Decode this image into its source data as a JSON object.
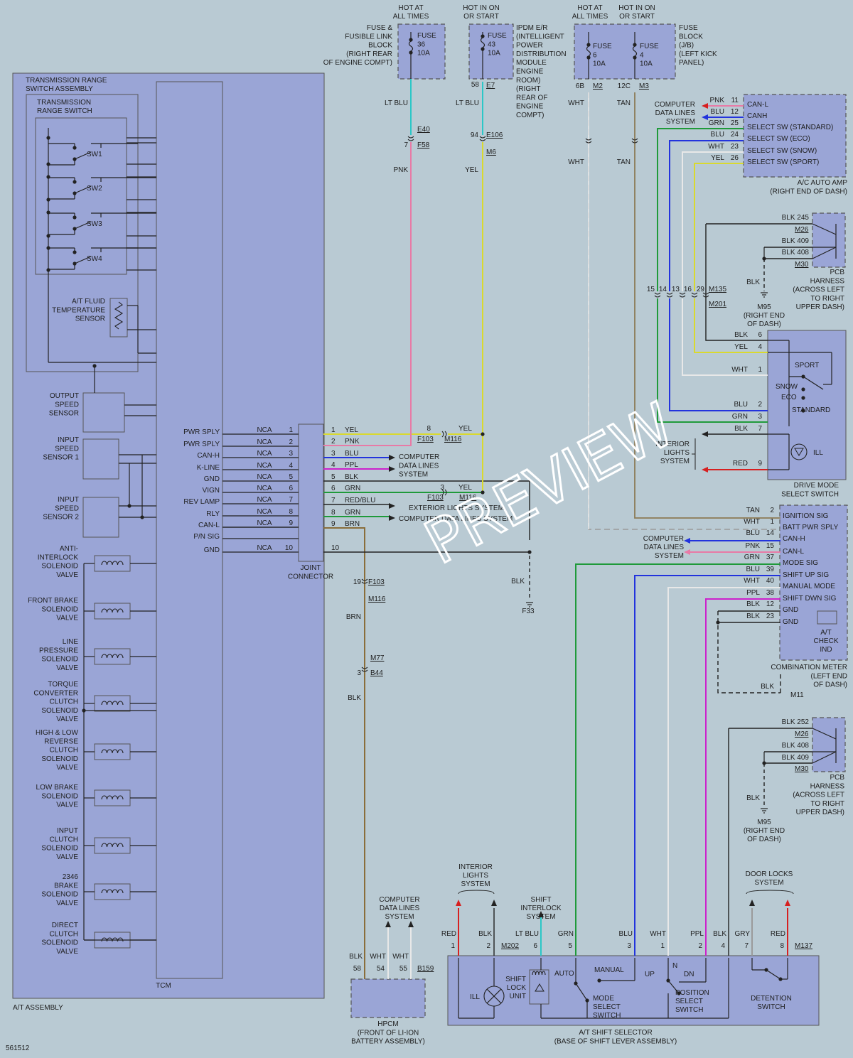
{
  "assemblies": {
    "at_assembly": "A/T ASSEMBLY",
    "tcm": "TCM",
    "trs_assembly": [
      "TRANSMISSION RANGE",
      "SWITCH ASSEMBLY"
    ],
    "trs": [
      "TRANSMISSION",
      "RANGE SWITCH"
    ],
    "switches": [
      "SW1",
      "SW2",
      "SW3",
      "SW4"
    ],
    "fluid_temp": [
      "A/T FLUID",
      "TEMPERATURE",
      "SENSOR"
    ],
    "output_speed": [
      "OUTPUT",
      "SPEED",
      "SENSOR"
    ],
    "input_speed1": [
      "INPUT",
      "SPEED",
      "SENSOR 1"
    ],
    "input_speed2": [
      "INPUT",
      "SPEED",
      "SENSOR 2"
    ],
    "solenoids": [
      [
        "ANTI-",
        "INTERLOCK",
        "SOLENOID",
        "VALVE"
      ],
      [
        "FRONT BRAKE",
        "SOLENOID",
        "VALVE"
      ],
      [
        "LINE",
        "PRESSURE",
        "SOLENOID",
        "VALVE"
      ],
      [
        "TORQUE",
        "CONVERTER",
        "CLUTCH",
        "SOLENOID",
        "VALVE"
      ],
      [
        "HIGH & LOW",
        "REVERSE",
        "CLUTCH",
        "SOLENOID",
        "VALVE"
      ],
      [
        "LOW BRAKE",
        "SOLENOID",
        "VALVE"
      ],
      [
        "INPUT",
        "CLUTCH",
        "SOLENOID",
        "VALVE"
      ],
      [
        "2346",
        "BRAKE",
        "SOLENOID",
        "VALVE"
      ],
      [
        "DIRECT",
        "CLUTCH",
        "SOLENOID",
        "VALVE"
      ]
    ]
  },
  "tcm_pins": [
    {
      "label": "PWR SPLY",
      "nca": "NCA",
      "pin": "1"
    },
    {
      "label": "PWR SPLY",
      "nca": "NCA",
      "pin": "2"
    },
    {
      "label": "CAN-H",
      "nca": "NCA",
      "pin": "3"
    },
    {
      "label": "K-LINE",
      "nca": "NCA",
      "pin": "4"
    },
    {
      "label": "GND",
      "nca": "NCA",
      "pin": "5"
    },
    {
      "label": "VIGN",
      "nca": "NCA",
      "pin": "6"
    },
    {
      "label": "REV LAMP",
      "nca": "NCA",
      "pin": "7"
    },
    {
      "label": "RLY",
      "nca": "NCA",
      "pin": "8"
    },
    {
      "label": "CAN-L",
      "nca": "NCA",
      "pin": "9"
    },
    {
      "label": "P/N SIG",
      "nca": "",
      "pin": ""
    },
    {
      "label": "GND",
      "nca": "NCA",
      "pin": "10"
    }
  ],
  "joint_connector": {
    "label": [
      "JOINT",
      "CONNECTOR"
    ],
    "wires": [
      {
        "pin": "1",
        "color": "YEL"
      },
      {
        "pin": "2",
        "color": "PNK"
      },
      {
        "pin": "3",
        "color": "BLU"
      },
      {
        "pin": "4",
        "color": "PPL"
      },
      {
        "pin": "5",
        "color": "BLK"
      },
      {
        "pin": "6",
        "color": "GRN"
      },
      {
        "pin": "7",
        "color": "RED/BLU"
      },
      {
        "pin": "8",
        "color": "GRN"
      },
      {
        "pin": "9",
        "color": "BRN"
      },
      {
        "pin": "10",
        "color": ""
      }
    ],
    "computer_data": [
      "COMPUTER",
      "DATA LINES",
      "SYSTEM"
    ],
    "exterior_lights": "EXTERIOR LIGHTS SYSTEM",
    "computer_data_inline": "COMPUTER DATA LINES SYSTEM"
  },
  "fuses": {
    "f1_hot": [
      "HOT AT",
      "ALL TIMES"
    ],
    "f1_block": [
      "FUSE &",
      "FUSIBLE LINK",
      "BLOCK",
      "(RIGHT REAR",
      "OF ENGINE COMPT)"
    ],
    "f1_fuse": [
      "FUSE",
      "36",
      "10A"
    ],
    "f2_hot": [
      "HOT IN ON",
      "OR START"
    ],
    "f2_fuse": [
      "FUSE",
      "43",
      "10A"
    ],
    "f2_block": [
      "IPDM E/R",
      "(INTELLIGENT",
      "POWER",
      "DISTRIBUTION",
      "MODULE",
      "ENGINE",
      "ROOM)",
      "(RIGHT",
      "REAR OF",
      "ENGINE",
      "COMPT)"
    ],
    "f3_hot": [
      "HOT AT",
      "ALL TIMES"
    ],
    "f4_hot": [
      "HOT IN ON",
      "OR START"
    ],
    "f3_fuse": [
      "FUSE",
      "6",
      "10A"
    ],
    "f4_fuse": [
      "FUSE",
      "4",
      "10A"
    ],
    "f34_block": [
      "FUSE",
      "BLOCK",
      "(J/B)",
      "(LEFT KICK",
      "PANEL)"
    ]
  },
  "connectors": {
    "e7": "E7",
    "e40": "E40",
    "f58": "F58",
    "e106": "E106",
    "m6": "M6",
    "m2": "M2",
    "m3": "M3",
    "f103": "F103",
    "m116": "M116",
    "m77": "M77",
    "b44": "B44",
    "m135": "M135",
    "m201": "M201",
    "m26": "M26",
    "m30": "M30",
    "m95": "M95",
    "m11": "M11",
    "m202": "M202",
    "b159": "B159",
    "m137": "M137",
    "f33": "F33"
  },
  "wire_labels": {
    "lt_blu": "LT BLU",
    "pnk": "PNK",
    "yel": "YEL",
    "wht": "WHT",
    "tan": "TAN",
    "blk": "BLK",
    "brn": "BRN",
    "grn": "GRN",
    "blu": "BLU",
    "red": "RED",
    "ppl": "PPL",
    "gry": "GRY"
  },
  "pins": {
    "e7": "58",
    "f58": "7",
    "e106": "94",
    "m2": "6B",
    "m3": "12C",
    "f103_a": "8",
    "f103_b": "3",
    "f103_c": "19",
    "b44": "3",
    "m135": [
      "15",
      "14",
      "13",
      "16",
      "29"
    ]
  },
  "ac_amp": {
    "pins": [
      {
        "color": "PNK",
        "pin": "11",
        "label": "CAN-L"
      },
      {
        "color": "BLU",
        "pin": "12",
        "label": "CANH"
      },
      {
        "color": "GRN",
        "pin": "25",
        "label": "SELECT SW (STANDARD)"
      },
      {
        "color": "BLU",
        "pin": "24",
        "label": "SELECT SW (ECO)"
      },
      {
        "color": "WHT",
        "pin": "23",
        "label": "SELECT SW (SNOW)"
      },
      {
        "color": "YEL",
        "pin": "26",
        "label": "SELECT SW (SPORT)"
      }
    ],
    "name": [
      "A/C AUTO AMP",
      "(RIGHT END OF DASH)"
    ],
    "computer_data": [
      "COMPUTER",
      "DATA LINES",
      "SYSTEM"
    ]
  },
  "pcb1": {
    "pins": [
      {
        "color": "BLK",
        "pin": "245"
      },
      {
        "color": "BLK",
        "pin": "409"
      },
      {
        "color": "BLK",
        "pin": "408"
      }
    ],
    "name": [
      "PCB",
      "HARNESS",
      "(ACROSS LEFT",
      "TO RIGHT",
      "UPPER DASH)"
    ],
    "ground": [
      "M95",
      "(RIGHT END",
      "OF DASH)"
    ]
  },
  "drive_mode": {
    "pins": [
      {
        "color": "BLK",
        "pin": "6"
      },
      {
        "color": "YEL",
        "pin": "4"
      },
      {
        "color": "WHT",
        "pin": "1"
      },
      {
        "color": "BLU",
        "pin": "2"
      },
      {
        "color": "GRN",
        "pin": "3"
      },
      {
        "color": "BLK",
        "pin": "7"
      },
      {
        "color": "RED",
        "pin": "9"
      }
    ],
    "positions": [
      "SPORT",
      "SNOW",
      "ECO",
      "STANDARD"
    ],
    "ill": "ILL",
    "interior": [
      "INTERIOR",
      "LIGHTS",
      "SYSTEM"
    ],
    "name": [
      "DRIVE MODE",
      "SELECT SWITCH"
    ]
  },
  "combination_meter": {
    "pins": [
      {
        "color": "TAN",
        "pin": "2",
        "label": "IGNITION SIG"
      },
      {
        "color": "WHT",
        "pin": "1",
        "label": "BATT PWR SPLY"
      },
      {
        "color": "BLU",
        "pin": "14",
        "label": "CAN-H"
      },
      {
        "color": "PNK",
        "pin": "15",
        "label": "CAN-L"
      },
      {
        "color": "GRN",
        "pin": "37",
        "label": "MODE SIG"
      },
      {
        "color": "BLU",
        "pin": "39",
        "label": "SHIFT UP SIG"
      },
      {
        "color": "WHT",
        "pin": "40",
        "label": "MANUAL MODE"
      },
      {
        "color": "PPL",
        "pin": "38",
        "label": "SHIFT DWN SIG"
      },
      {
        "color": "BLK",
        "pin": "12",
        "label": "GND"
      },
      {
        "color": "BLK",
        "pin": "23",
        "label": "GND"
      }
    ],
    "check": [
      "A/T",
      "CHECK",
      "IND"
    ],
    "name": [
      "COMBINATION METER",
      "(LEFT END",
      "OF DASH)"
    ],
    "computer_data": [
      "COMPUTER",
      "DATA LINES",
      "SYSTEM"
    ]
  },
  "pcb2": {
    "pins": [
      {
        "color": "BLK",
        "pin": "252"
      },
      {
        "color": "BLK",
        "pin": "408"
      },
      {
        "color": "BLK",
        "pin": "409"
      }
    ],
    "name": [
      "PCB",
      "HARNESS",
      "(ACROSS LEFT",
      "TO RIGHT",
      "UPPER DASH)"
    ],
    "ground": [
      "M95",
      "(RIGHT END",
      "OF DASH)"
    ]
  },
  "hpcm": {
    "wires": [
      {
        "color": "BLK",
        "pin": "58"
      },
      {
        "color": "WHT",
        "pin": "54"
      },
      {
        "color": "WHT",
        "pin": "55"
      }
    ],
    "computer_data": [
      "COMPUTER",
      "DATA LINES",
      "SYSTEM"
    ],
    "name": [
      "HPCM",
      "(FRONT OF LI-ION",
      "BATTERY ASSEMBLY)"
    ]
  },
  "shift_selector": {
    "wires": [
      {
        "color": "RED",
        "pin": "1"
      },
      {
        "color": "BLK",
        "pin": "2"
      },
      {
        "color": "LT BLU",
        "pin": "6"
      },
      {
        "color": "GRN",
        "pin": "5"
      },
      {
        "color": "BLU",
        "pin": "3"
      },
      {
        "color": "WHT",
        "pin": "1"
      },
      {
        "color": "PPL",
        "pin": "2"
      },
      {
        "color": "BLK",
        "pin": "4"
      },
      {
        "color": "GRY",
        "pin": "7"
      },
      {
        "color": "RED",
        "pin": "8"
      }
    ],
    "interior": [
      "INTERIOR",
      "LIGHTS",
      "SYSTEM"
    ],
    "shift_interlock": [
      "SHIFT",
      "INTERLOCK",
      "SYSTEM"
    ],
    "door_locks": [
      "DOOR LOCKS",
      "SYSTEM"
    ],
    "ill": "ILL",
    "lock_unit": [
      "SHIFT",
      "LOCK",
      "UNIT"
    ],
    "auto": "AUTO",
    "manual": "MANUAL",
    "up": "UP",
    "n": "N",
    "dn": "DN",
    "mode_switch": [
      "MODE",
      "SELECT",
      "SWITCH"
    ],
    "pos_switch": [
      "POSITION",
      "SELECT",
      "SWITCH"
    ],
    "detention": [
      "DETENTION",
      "SWITCH"
    ],
    "name": [
      "A/T SHIFT SELECTOR",
      "(BASE OF SHIFT LEVER ASSEMBLY)"
    ]
  },
  "footer": {
    "code": "561512",
    "watermark": "PREVIEW"
  },
  "colors": {
    "background": "#b9cad3",
    "component": "#9aa5d6",
    "lt_blu": "#2bc7c7",
    "pnk": "#e87aa6",
    "yel": "#d9d92e",
    "blu": "#2233dd",
    "grn": "#1f9a3a",
    "ppl": "#cc22cc",
    "red": "#d62020",
    "brn": "#8a6d3a",
    "tan": "#8c7a55",
    "wht": "#e8e8e8",
    "gry": "#9a9a9a",
    "blk": "#222222"
  }
}
